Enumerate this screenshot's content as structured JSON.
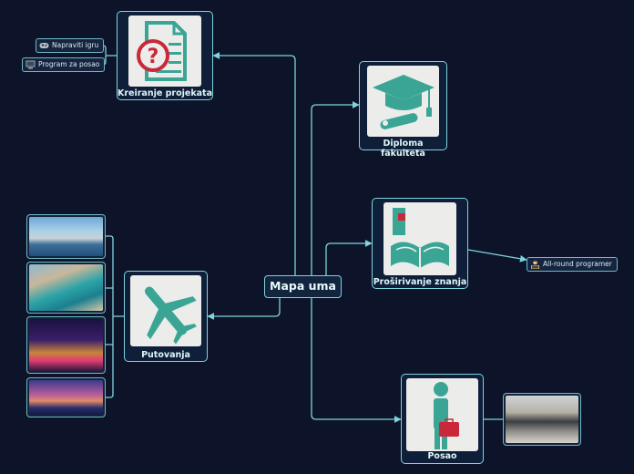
{
  "center": {
    "label": "Mapa uma"
  },
  "nodes": {
    "kreiranje": {
      "label": "Kreiranje projekata",
      "icon": "document-question-icon"
    },
    "diploma": {
      "label": "Diploma fakulteta",
      "icon": "graduation-cap-icon"
    },
    "prosirivanje": {
      "label": "Proširivanje znanja",
      "icon": "open-book-icon"
    },
    "putovanja": {
      "label": "Putovanja",
      "icon": "airplane-icon"
    },
    "posao": {
      "label": "Posao",
      "icon": "businessman-icon"
    }
  },
  "chips": {
    "napraviti_igru": {
      "label": "Napraviti igru",
      "icon": "gamepad-icon"
    },
    "program_za_posao": {
      "label": "Program za posao",
      "icon": "computer-icon"
    },
    "allround": {
      "label": "All-round programer",
      "icon": "programmer-icon"
    }
  },
  "photos": {
    "travel": [
      "coastal-city-photo",
      "harbor-city-photo",
      "las-vegas-night-photo",
      "bridge-sunset-photo"
    ],
    "work": "office-desk-photo"
  },
  "colors": {
    "background": "#0d1429",
    "connector": "#7fd3dc",
    "icon_teal": "#3aa595",
    "icon_red": "#c8283a"
  }
}
